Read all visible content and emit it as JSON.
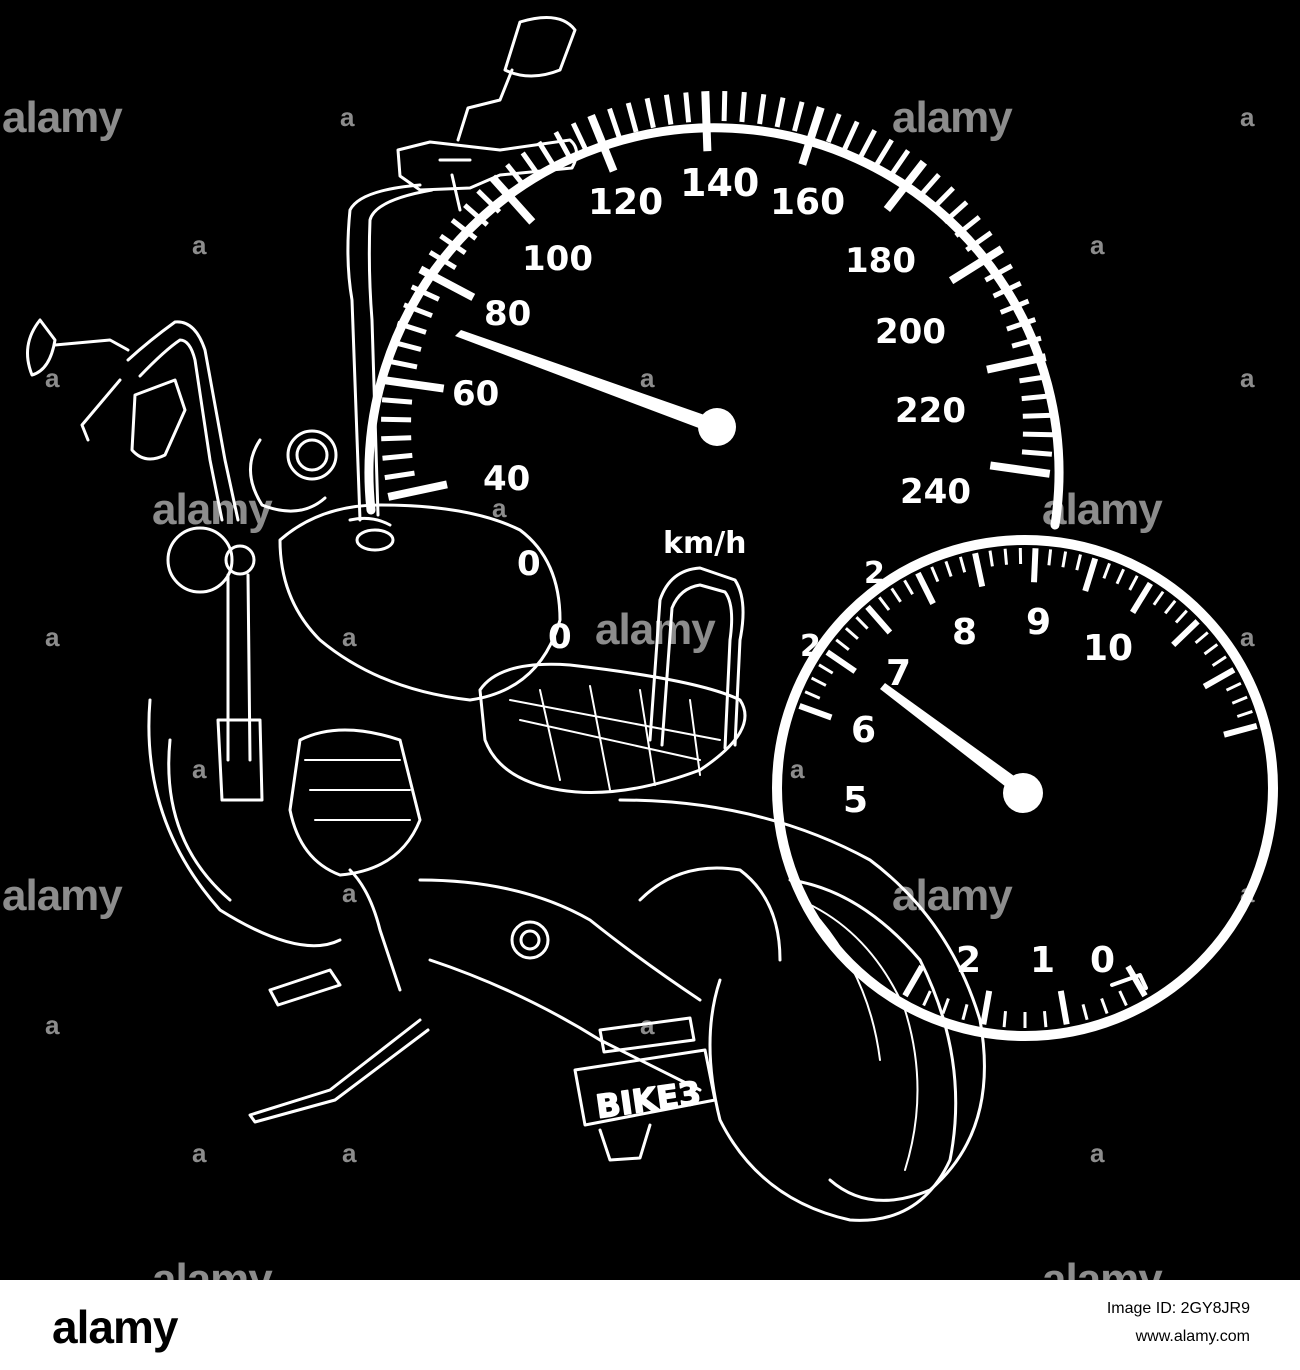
{
  "colors": {
    "background": "#000000",
    "ink": "#ffffff",
    "footer_bg": "#ffffff",
    "footer_text": "#000000"
  },
  "speedometer": {
    "unit": "km/h",
    "labels": [
      "40",
      "60",
      "80",
      "100",
      "120",
      "140",
      "160",
      "180",
      "200",
      "220",
      "240"
    ],
    "partial_labels": [
      "0",
      "0",
      "2",
      "2"
    ],
    "needle_value_kmh": 75
  },
  "tachometer": {
    "labels": [
      "10",
      "9",
      "8",
      "7",
      "6",
      "5",
      "2",
      "1",
      "0"
    ],
    "needle_value": 6.5
  },
  "license_plate": {
    "text": "BIKE3"
  },
  "watermark": {
    "brand": "alamy",
    "mark": "a"
  },
  "footer": {
    "logo": "alamy",
    "image_id_line": "Image ID: 2GY8JR9",
    "url": "www.alamy.com"
  },
  "icons": {
    "watermark_mark": "a-watermark-icon"
  }
}
